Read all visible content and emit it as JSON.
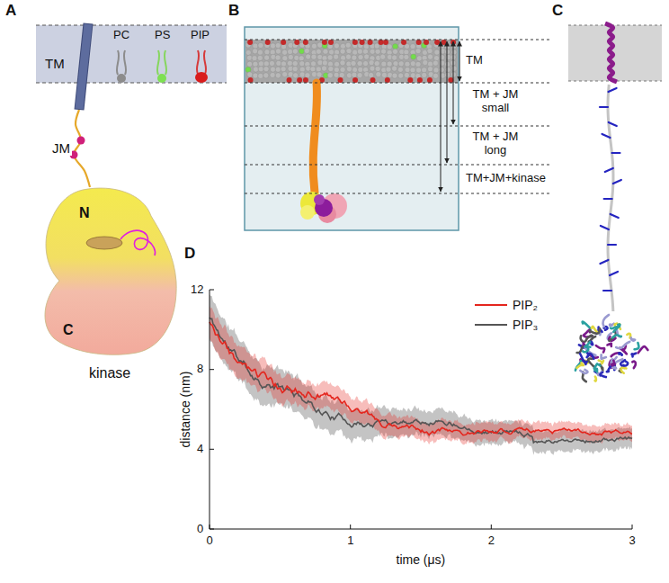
{
  "diagram": {
    "nodes": [
      {
        "text": [
          "TM"
        ]
      },
      {
        "text": [
          "N",
          "C",
          "kinase"
        ]
      }
    ],
    "edges": [
      {
        "from": 0,
        "to": 1,
        "arrow": "none",
        "label": "JM"
      }
    ],
    "labels": [
      "A",
      "PC",
      "PS",
      "PIP",
      "B",
      "TM",
      "TM + JM small",
      "TM + JM long",
      "TM+JM+kinase",
      "C",
      "D",
      "distance (nm)",
      "time (μs)",
      "0",
      "4",
      "8",
      "12",
      "0",
      "1",
      "2",
      "3"
    ],
    "legend": [
      {
        "text": "PIP₂",
        "color": "#e4261e"
      },
      {
        "text": "PIP₃",
        "color": "#555555"
      }
    ]
  }
}
